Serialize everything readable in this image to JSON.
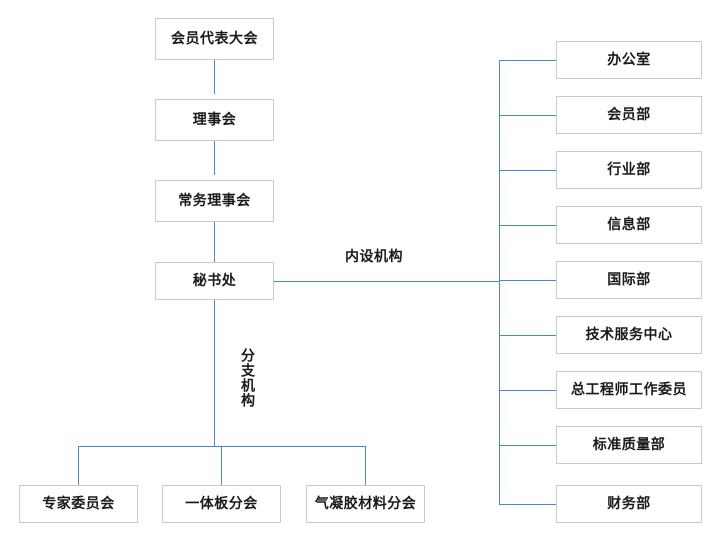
{
  "diagram": {
    "type": "organizational-chart",
    "orientation": "vertical-spine-with-right-branch",
    "colors": {
      "connector": "#4a86c8",
      "node_border": "#c9c9c9",
      "node_fill": "#ffffff",
      "text": "#1a1a1a",
      "background": "#ffffff"
    }
  },
  "spine": {
    "nodes": [
      {
        "id": "assembly",
        "label": "会员代表大会"
      },
      {
        "id": "council",
        "label": "理事会"
      },
      {
        "id": "standing-council",
        "label": "常务理事会"
      },
      {
        "id": "secretariat",
        "label": "秘书处"
      }
    ]
  },
  "captions": {
    "internal_departments": "内设机构",
    "branch_organizations": "分支机构"
  },
  "internal_departments": {
    "caption": "内设机构",
    "items": [
      {
        "id": "office",
        "label": "办公室"
      },
      {
        "id": "membership",
        "label": "会员部"
      },
      {
        "id": "industry",
        "label": "行业部"
      },
      {
        "id": "information",
        "label": "信息部"
      },
      {
        "id": "international",
        "label": "国际部"
      },
      {
        "id": "tech-service-center",
        "label": "技术服务中心"
      },
      {
        "id": "chief-engineer-committee",
        "label": "总工程师工作委员"
      },
      {
        "id": "standards-quality",
        "label": "标准质量部"
      },
      {
        "id": "finance",
        "label": "财务部"
      }
    ]
  },
  "branch_organizations": {
    "caption": "分支机构",
    "items": [
      {
        "id": "expert-committee",
        "label": "专家委员会"
      },
      {
        "id": "integrated-board-branch",
        "label": "一体板分会"
      },
      {
        "id": "aerogel-material-branch",
        "label": "气凝胶材料分会"
      }
    ]
  }
}
